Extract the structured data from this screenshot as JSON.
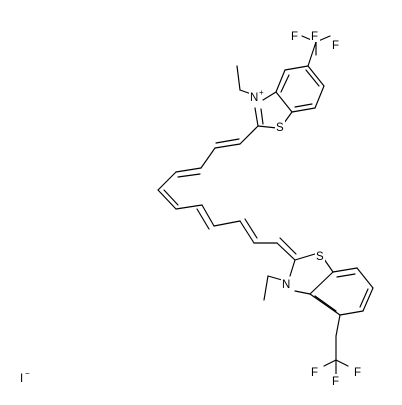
{
  "molecule": {
    "atoms": {
      "f_top_a": "F",
      "f_top_b": "F",
      "f_top_c": "F",
      "n_top": "N",
      "n_top_charge": "+",
      "s_top": "S",
      "s_bottom": "S",
      "n_bottom": "N",
      "f_bottom_a": "F",
      "f_bottom_b": "F",
      "f_bottom_c": "F"
    },
    "counterion": {
      "symbol": "I",
      "charge": "−"
    }
  }
}
